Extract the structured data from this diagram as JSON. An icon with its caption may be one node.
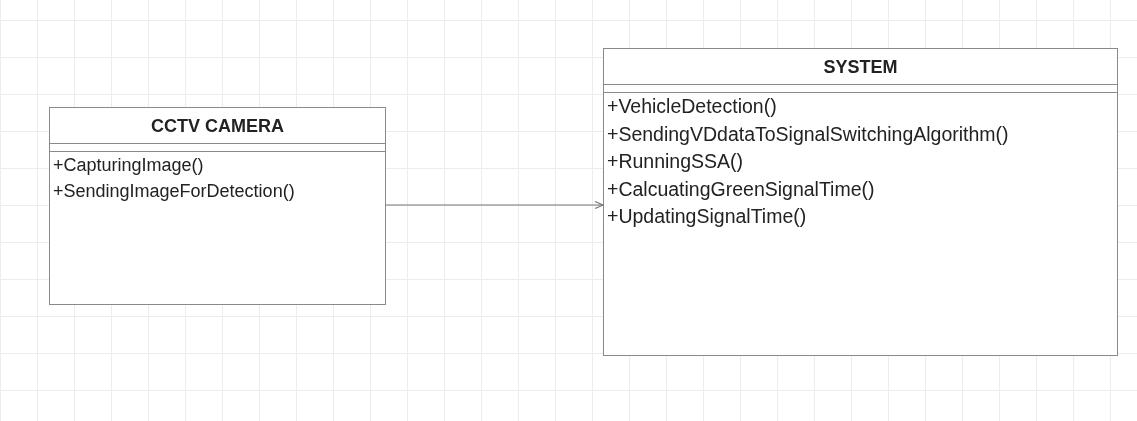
{
  "diagram": {
    "nodes": [
      {
        "text": [
          "CCTV CAMERA",
          "+CapturingImage()",
          "+SendingImageForDetection()"
        ]
      },
      {
        "text": [
          "SYSTEM",
          "+VehicleDetection()",
          "+SendingVDdataToSignalSwitchingAlgorithm()",
          "+RunningSSA()",
          "+CalcuatingGreenSignalTime()",
          "+UpdatingSignalTime()"
        ]
      }
    ],
    "edges": [
      {
        "from": 0,
        "to": 1,
        "arrow": "to"
      }
    ]
  }
}
